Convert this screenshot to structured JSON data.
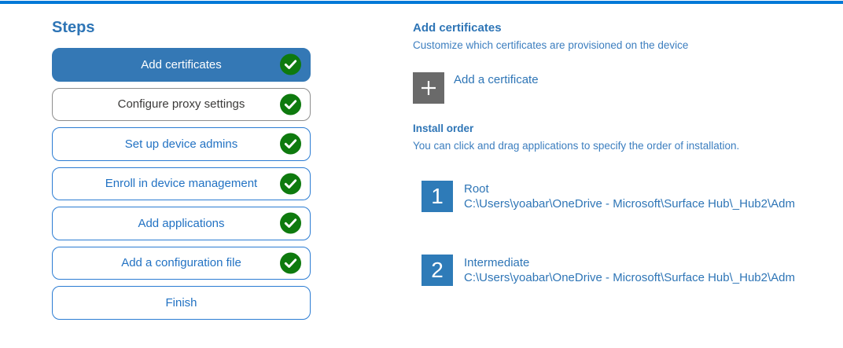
{
  "steps_panel": {
    "title": "Steps",
    "items": [
      {
        "label": "Add certificates",
        "state": "selected",
        "checked": true
      },
      {
        "label": "Configure proxy settings",
        "state": "visited",
        "checked": true
      },
      {
        "label": "Set up device admins",
        "state": "normal",
        "checked": true
      },
      {
        "label": "Enroll in device management",
        "state": "normal",
        "checked": true
      },
      {
        "label": "Add applications",
        "state": "normal",
        "checked": true
      },
      {
        "label": "Add a configuration file",
        "state": "normal",
        "checked": true
      },
      {
        "label": "Finish",
        "state": "normal",
        "checked": false
      }
    ]
  },
  "content": {
    "title": "Add certificates",
    "subtitle": "Customize which certificates are provisioned on the device",
    "add_button": {
      "icon": "plus-icon",
      "label": "Add a certificate"
    },
    "install_order": {
      "title": "Install order",
      "description": "You can click and drag applications to specify the order of installation.",
      "items": [
        {
          "number": "1",
          "name": "Root",
          "path": "C:\\Users\\yoabar\\OneDrive - Microsoft\\Surface Hub\\_Hub2\\Adm"
        },
        {
          "number": "2",
          "name": "Intermediate",
          "path": "C:\\Users\\yoabar\\OneDrive - Microsoft\\Surface Hub\\_Hub2\\Adm"
        }
      ]
    }
  },
  "icons": {
    "step_complete": "check-circle-icon",
    "add_certificate": "plus-icon"
  },
  "colors": {
    "accent_bar": "#0078d7",
    "selected_step_bg": "#3478b5",
    "step_border_blue": "#2b7cd3",
    "step_text_blue": "#2272c3",
    "visited_step_border": "#8d8d8d",
    "visited_step_text": "#3b3a39",
    "heading_blue": "#2e75b6",
    "body_blue": "#3c7ebf",
    "success_green": "#0e7a0e",
    "add_tile_gray": "#6a6a6a",
    "number_tile_blue": "#2e7bb8"
  }
}
